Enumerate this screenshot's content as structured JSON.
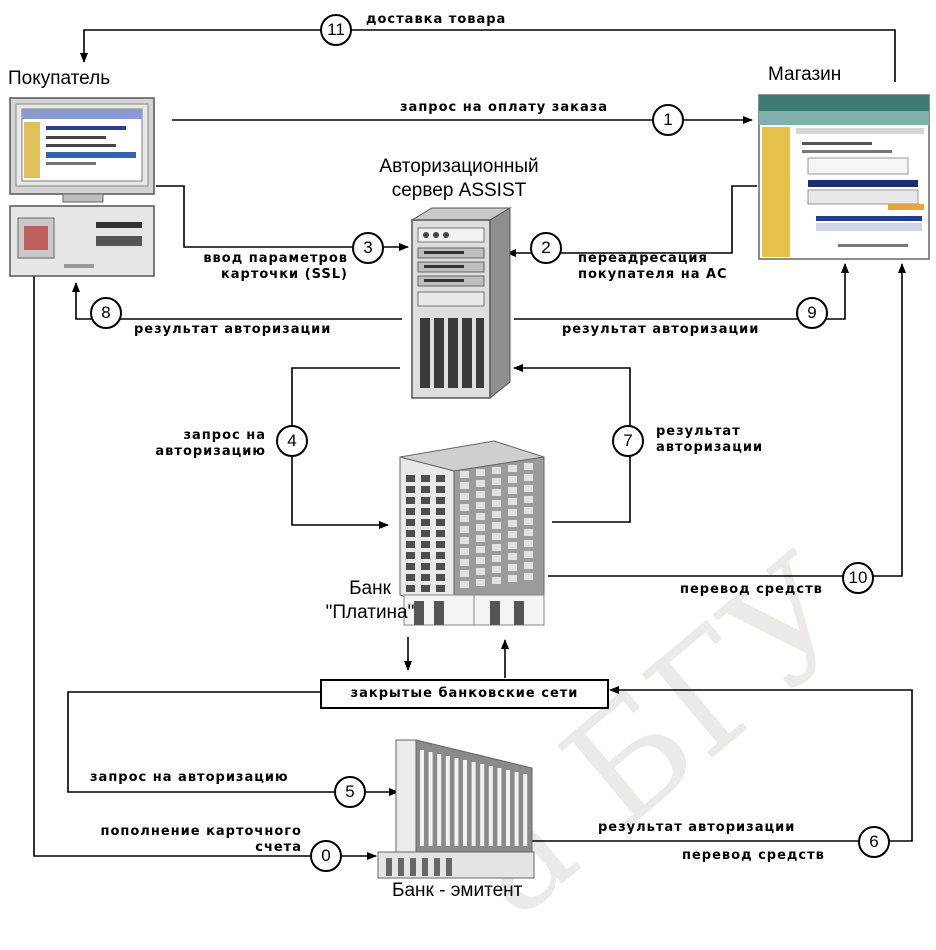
{
  "nodes": {
    "buyer": "Покупатель",
    "shop": "Магазин",
    "server_line1": "Авторизационный",
    "server_line2": "сервер ASSIST",
    "bank_platina_line1": "Банк",
    "bank_platina_line2": "\"Платина\"",
    "bank_issuer": "Банк - эмитент",
    "closed_networks": "закрытые банковские сети"
  },
  "steps": [
    {
      "num": "11",
      "text": "доставка товара"
    },
    {
      "num": "1",
      "text": "запрос на оплату заказа"
    },
    {
      "num": "3",
      "line1": "ввод параметров",
      "line2": "карточки (SSL)"
    },
    {
      "num": "2",
      "line1": "переадресация",
      "line2": "покупателя на АС"
    },
    {
      "num": "8",
      "text": "результат авторизации"
    },
    {
      "num": "9",
      "text": "результат авторизации"
    },
    {
      "num": "4",
      "line1": "запрос на",
      "line2": "авторизацию"
    },
    {
      "num": "7",
      "line1": "результат",
      "line2": "авторизации"
    },
    {
      "num": "10",
      "text": "перевод средств"
    },
    {
      "num": "5",
      "text": "запрос на авторизацию"
    },
    {
      "num": "0",
      "line1": "пополнение карточного",
      "line2": "счета"
    },
    {
      "num": "6",
      "line1": "результат авторизации",
      "line2": "перевод средств"
    }
  ],
  "watermark": "а БГУ"
}
